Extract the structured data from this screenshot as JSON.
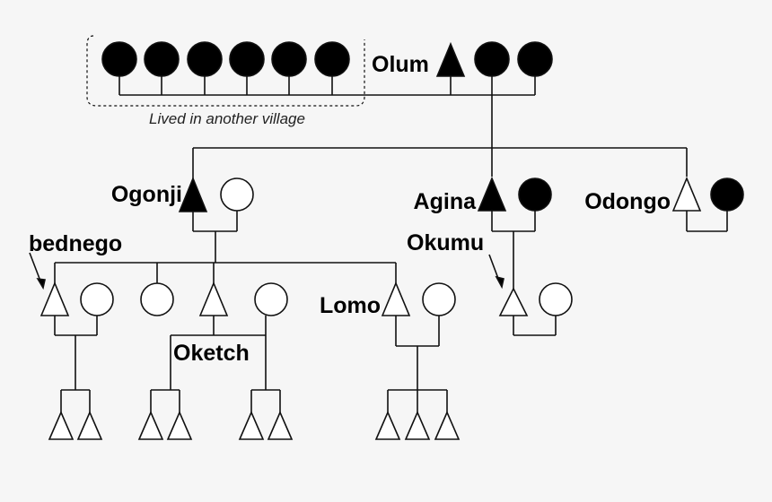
{
  "labels": {
    "olum": "Olum",
    "ogonji": "Ogonji",
    "agina": "Agina",
    "odongo": "Odongo",
    "abednego": "bednego",
    "okumu": "Okumu",
    "lomo": "Lomo",
    "oketch": "Oketch",
    "note": "Lived in another village"
  },
  "colors": {
    "affected": "#000000",
    "unaffected": "#ffffff",
    "line": "#111111",
    "background": "#f6f6f6"
  },
  "symbols": {
    "male": "triangle",
    "female": "circle"
  }
}
